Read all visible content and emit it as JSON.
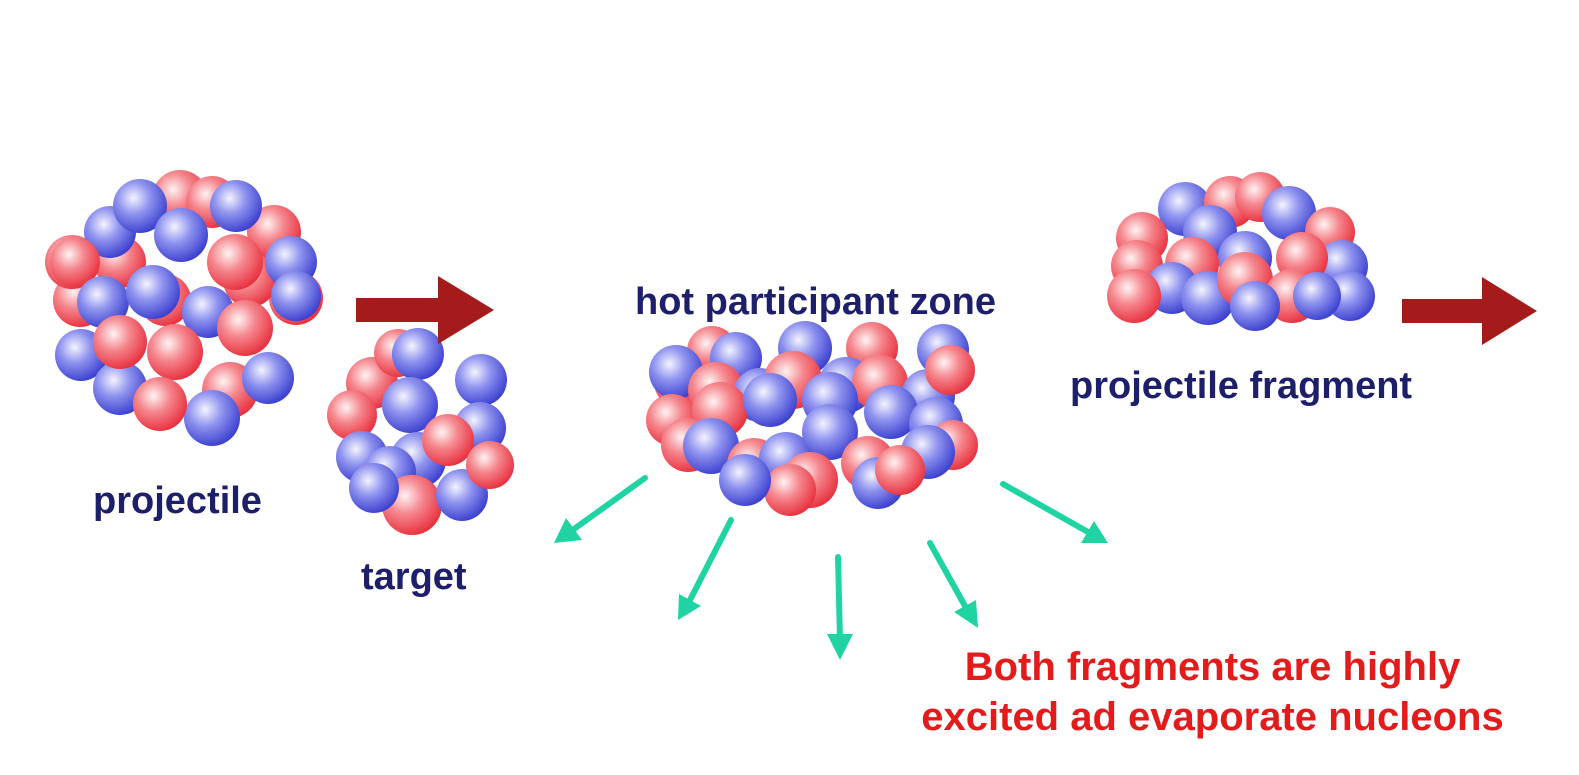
{
  "labels": {
    "projectile": "projectile",
    "target": "target",
    "hot_zone": "hot participant zone",
    "projectile_fragment": "projectile fragment",
    "note_line1": "Both fragments are highly",
    "note_line2": "excited ad evaporate nucleons"
  },
  "colors": {
    "proton": "#e8303e",
    "neutron": "#3a3fcf",
    "label_text": "#1d1f6b",
    "note_text": "#e41b1b",
    "motion_arrow": "#a51a1a",
    "nucleon_arrow": "#1fd4a2"
  },
  "icons": {
    "nucleon": "sphere",
    "motion": "block-arrow-right",
    "emission": "thin-arrow"
  }
}
